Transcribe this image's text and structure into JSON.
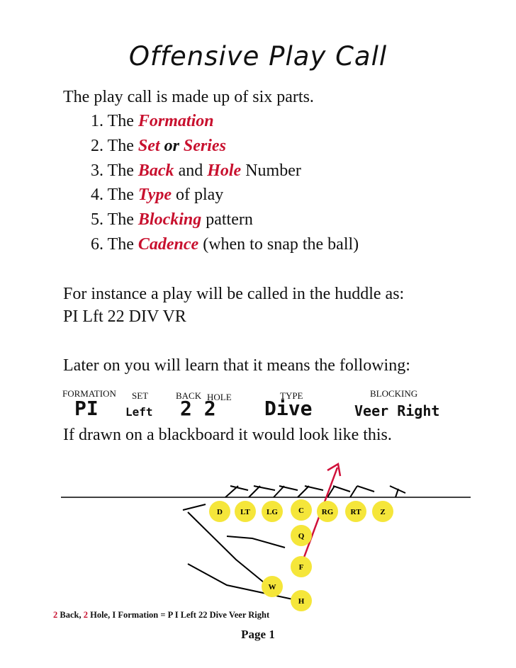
{
  "title": "Offensive Play Call",
  "intro": "The play call is made up of six parts.",
  "parts": [
    {
      "num": "1.",
      "prefix": "The ",
      "h1": "Formation",
      "mid": "",
      "h2": "",
      "suffix": ""
    },
    {
      "num": "2.",
      "prefix": "The ",
      "h1": "Set",
      "mid": " or ",
      "h2": "Series",
      "suffix": ""
    },
    {
      "num": "3.",
      "prefix": "The ",
      "h1": "Back",
      "mid": " and ",
      "h2": "Hole",
      "suffix": " Number"
    },
    {
      "num": "4.",
      "prefix": "The ",
      "h1": "Type",
      "mid": "",
      "h2": "",
      "suffix": " of play"
    },
    {
      "num": "5.",
      "prefix": "The ",
      "h1": "Blocking",
      "mid": "",
      "h2": "",
      "suffix": " pattern"
    },
    {
      "num": "6.",
      "prefix": "The ",
      "h1": "Cadence",
      "mid": "",
      "h2": "",
      "suffix": " (when to snap the ball)"
    }
  ],
  "instance_line1": "For instance a play will be called in the huddle as:",
  "instance_line2": "PI  Lft  22  DIV  VR",
  "later_line": "Later on you will learn that it means the following:",
  "breakdown": {
    "labels": {
      "formation": "FORMATION",
      "set": "SET",
      "back": "BACK",
      "hole": "HOLE",
      "type": "TYPE",
      "blocking": "BLOCKING"
    },
    "values": {
      "formation": "PI",
      "set": "Left",
      "back_hole": "2 2",
      "type": "Dive",
      "blocking": "Veer Right"
    }
  },
  "blackboard_line": "If drawn on a blackboard it would look like this.",
  "diagram": {
    "line_players": [
      "D",
      "LT",
      "LG",
      "C",
      "RG",
      "RT",
      "Z"
    ],
    "backfield": [
      "Q",
      "F",
      "W",
      "H"
    ],
    "player_fill": "#f5e63a",
    "arrow_color": "#d0103a"
  },
  "caption": {
    "n1": "2",
    "t1": " Back, ",
    "n2": "2",
    "t2": " Hole, I Formation = P I Left 22 Dive Veer Right"
  },
  "page": "Page  1"
}
